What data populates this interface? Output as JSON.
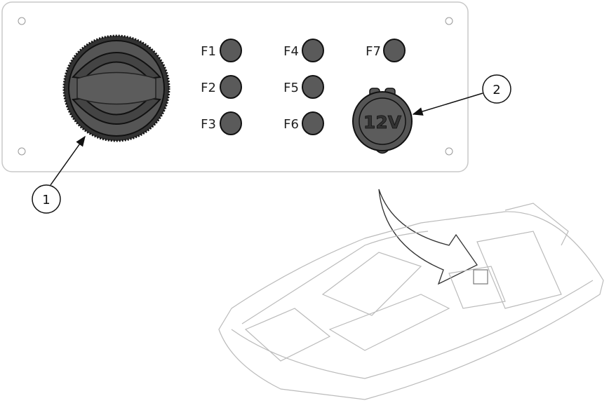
{
  "panel": {
    "fuses": [
      {
        "label": "F1"
      },
      {
        "label": "F2"
      },
      {
        "label": "F3"
      },
      {
        "label": "F4"
      },
      {
        "label": "F5"
      },
      {
        "label": "F6"
      },
      {
        "label": "F7"
      }
    ],
    "socket_label": "12V"
  },
  "callouts": [
    {
      "number": "1"
    },
    {
      "number": "2"
    }
  ],
  "colors": {
    "component": "#5a5a5a",
    "outline": "#111111",
    "panel_border": "#c8c8c8"
  }
}
